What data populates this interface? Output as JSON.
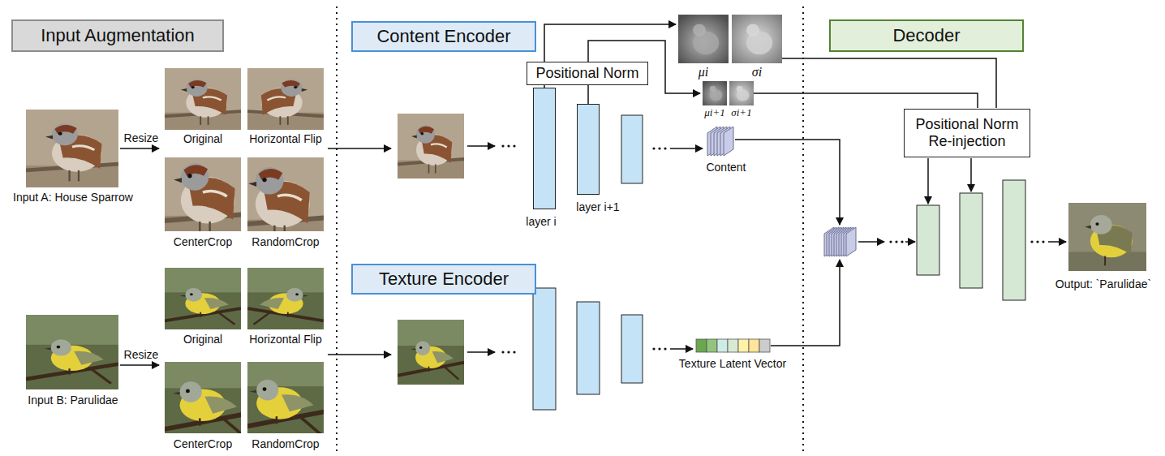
{
  "diagram": {
    "nodes": [
      {
        "text": [
          "Input Augmentation"
        ]
      },
      {
        "text": [
          "Content Encoder"
        ]
      },
      {
        "text": [
          "Positional Norm"
        ]
      },
      {
        "text": [
          "layer i"
        ]
      },
      {
        "text": [
          "layer i+1"
        ]
      },
      {
        "text": [
          "Texture Encoder"
        ]
      },
      {
        "text": [
          "Decoder"
        ]
      },
      {
        "text": [
          "Positional Norm Re-injection"
        ]
      }
    ],
    "edges": [
      {
        "from": 3,
        "to": 2,
        "arrow": "none"
      },
      {
        "from": 4,
        "to": 2,
        "arrow": "none"
      }
    ],
    "labels": [
      "Resize",
      "Input A: House Sparrow",
      "Original",
      "Horizontal Flip",
      "CenterCrop",
      "RandomCrop",
      "Resize",
      "Input B: Parulidae",
      "Original",
      "Horizontal Flip",
      "CenterCrop",
      "RandomCrop",
      "μi",
      "σi",
      "μi+1",
      "σi+1",
      "Content",
      "Texture Latent Vector",
      "Output: `Parulidae`"
    ]
  }
}
